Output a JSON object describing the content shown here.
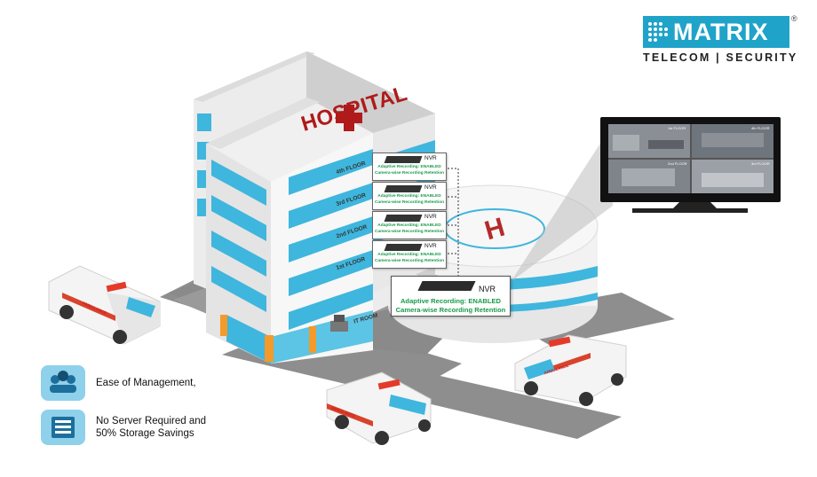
{
  "brand": {
    "name": "MATRIX",
    "registered": "®",
    "tagline": "TELECOM | SECURITY",
    "color": "#1fa3c9"
  },
  "building": {
    "name": "HOSPITAL",
    "floors": [
      "4th FLOOR",
      "3rd FLOOR",
      "2nd FLOOR",
      "1st FLOOR"
    ],
    "it_room": "IT ROOM"
  },
  "nvr_floor_boxes": [
    {
      "label": "NVR",
      "line1": "Adaptive Recording: ENABLED",
      "line2": "Camera-wise Recording Retention"
    },
    {
      "label": "NVR",
      "line1": "Adaptive Recording: ENABLED",
      "line2": "Camera-wise Recording Retention"
    },
    {
      "label": "NVR",
      "line1": "Adaptive Recording: ENABLED",
      "line2": "Camera-wise Recording Retention"
    },
    {
      "label": "NVR",
      "line1": "Adaptive Recording: ENABLED",
      "line2": "Camera-wise Recording Retention"
    }
  ],
  "nvr_main": {
    "label": "NVR",
    "line1": "Adaptive Recording: ENABLED",
    "line2": "Camera-wise Recording Retention"
  },
  "monitor": {
    "views": [
      "1st FLOOR",
      "4th FLOOR",
      "2nd FLOOR",
      "3rd FLOOR"
    ]
  },
  "ambulance_text": "AMBULANCE",
  "features": [
    {
      "icon": "people-management-icon",
      "text": "Ease of Management,"
    },
    {
      "icon": "server-storage-icon",
      "text": "No Server Required and 50% Storage Savings",
      "lines": [
        "No Server Required and",
        "50% Storage Savings"
      ]
    }
  ],
  "colors": {
    "building_blue": "#3fb6dd",
    "hospital_red": "#b01a1a",
    "helipad_red": "#b52a2a",
    "road_gray": "#8f8f8f",
    "recording_green": "#1a9a4a"
  }
}
